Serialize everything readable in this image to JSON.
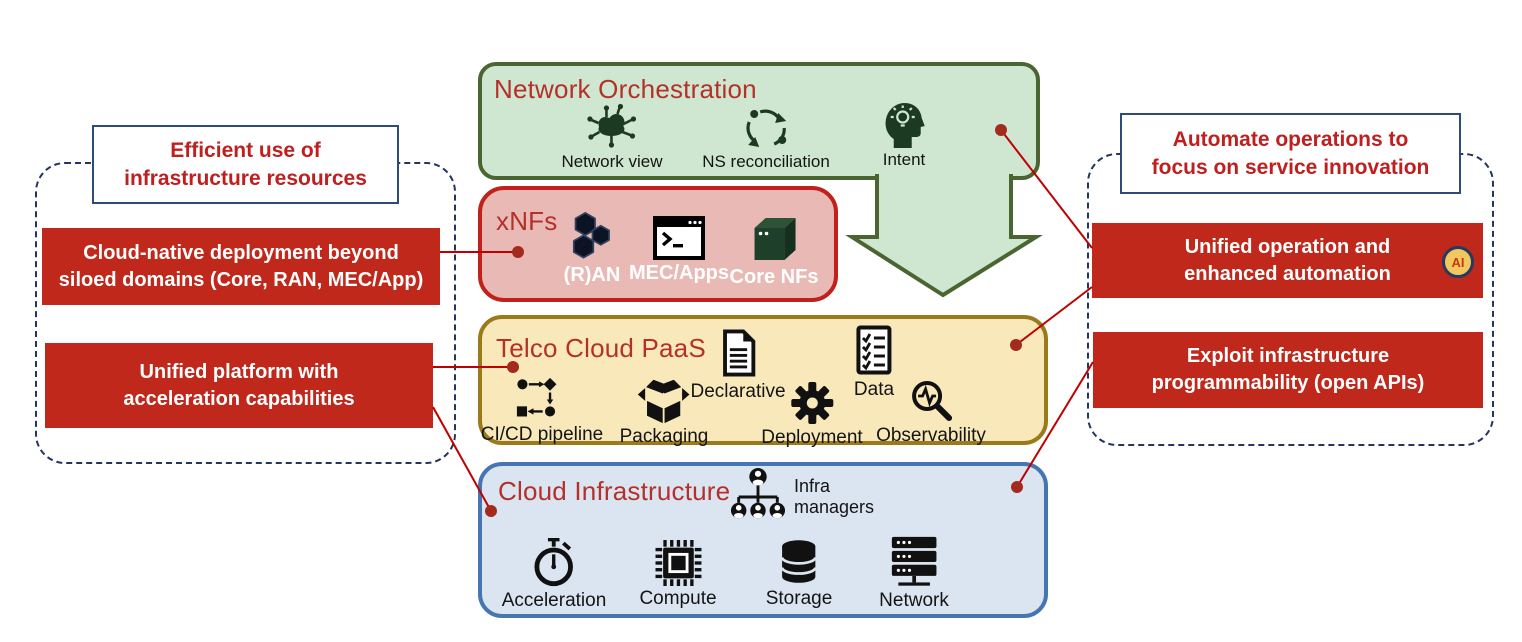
{
  "orchestration": {
    "title": "Network Orchestration",
    "items": [
      {
        "label": "Network view",
        "icon": "network-view-icon"
      },
      {
        "label": "NS reconciliation",
        "icon": "reconciliation-cycle-icon"
      },
      {
        "label": "Intent",
        "icon": "intent-head-bulb-icon"
      }
    ]
  },
  "xnfs": {
    "title": "xNFs",
    "items": [
      {
        "label": "(R)AN",
        "icon": "hexagons-icon"
      },
      {
        "label": "MEC/Apps",
        "icon": "terminal-window-icon"
      },
      {
        "label": "Core NFs",
        "icon": "cube-icon"
      }
    ]
  },
  "paas": {
    "title": "Telco Cloud PaaS",
    "items": [
      {
        "label": "CI/CD pipeline",
        "icon": "pipeline-flow-icon"
      },
      {
        "label": "Packaging",
        "icon": "open-box-icon"
      },
      {
        "label": "Declarative",
        "icon": "document-icon"
      },
      {
        "label": "Deployment",
        "icon": "gear-icon"
      },
      {
        "label": "Data",
        "icon": "checklist-icon"
      },
      {
        "label": "Observability",
        "icon": "magnifier-pulse-icon"
      }
    ]
  },
  "infra": {
    "title": "Cloud Infrastructure",
    "managers_label": "Infra managers",
    "managers_icon": "org-chart-icon",
    "items": [
      {
        "label": "Acceleration",
        "icon": "stopwatch-icon"
      },
      {
        "label": "Compute",
        "icon": "chip-icon"
      },
      {
        "label": "Storage",
        "icon": "database-icon"
      },
      {
        "label": "Network",
        "icon": "server-rack-icon"
      }
    ]
  },
  "left_panel": {
    "heading": "Efficient use of infrastructure resources",
    "notes": [
      "Cloud-native deployment beyond siloed domains (Core, RAN, MEC/App)",
      "Unified platform with acceleration capabilities"
    ]
  },
  "right_panel": {
    "heading": "Automate operations to focus on service innovation",
    "notes": [
      "Unified operation and enhanced automation",
      "Exploit infrastructure programmability (open APIs)"
    ],
    "ai_badge": "AI"
  },
  "colors": {
    "note_red": "#c0281b",
    "title_red": "#b43129",
    "heading_red": "#bf1f1f",
    "green_fill": "#cfe7d1",
    "green_border": "#4a6531",
    "pink_fill": "#e9bab5",
    "pink_border": "#c0221b",
    "yellow_fill": "#f9e9ba",
    "yellow_border": "#9a7a1b",
    "blue_fill": "#dbe5f1",
    "blue_border": "#4576b2",
    "dashed_navy": "#24365e",
    "connector_red": "#c00000",
    "ai_badge_gold": "#f2c75e"
  }
}
